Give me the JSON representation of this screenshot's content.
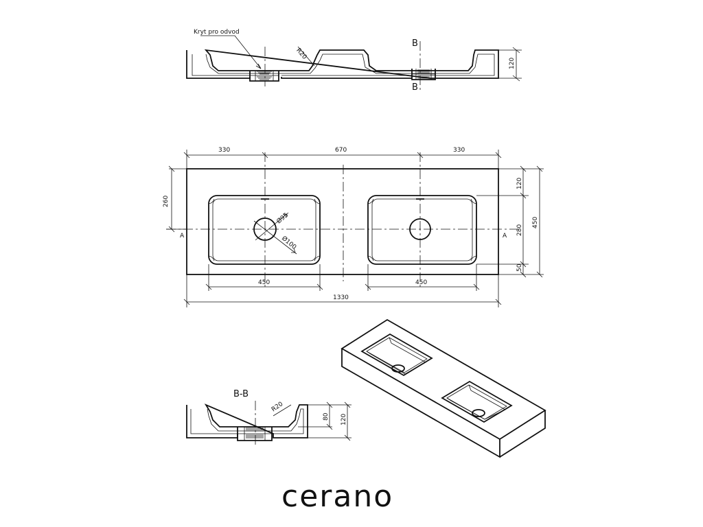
{
  "top_section": {
    "callout": "Kryt pro odvod",
    "radius": "R20",
    "section_mark_top": "B",
    "section_mark_bottom": "B",
    "height": "120"
  },
  "plan_view": {
    "dim_left_basin_offset": "330",
    "dim_between_centers": "670",
    "dim_right_basin_offset": "330",
    "dim_center_depth": "260",
    "dim_right_top": "120",
    "dim_total_depth": "450",
    "dim_basin_depth": "280",
    "dim_right_bottom": "50",
    "dim_left_basin_width": "450",
    "dim_right_basin_width": "450",
    "dim_total_width": "1330",
    "drain_inner": "Ø95",
    "drain_outer": "Ø100",
    "section_a_left": "A",
    "section_a_right": "A"
  },
  "bb_section": {
    "title": "B-B",
    "radius": "R20",
    "inner_depth": "80",
    "height": "120"
  },
  "brand": "cerano"
}
